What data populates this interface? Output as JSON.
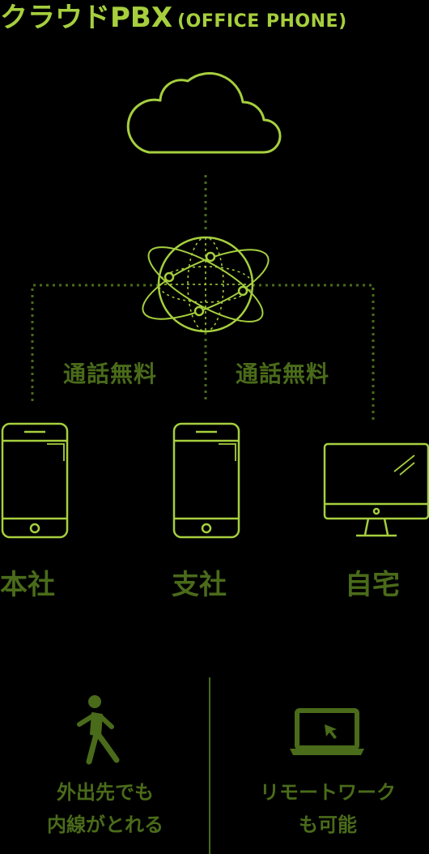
{
  "title": {
    "main": "クラウドPBX",
    "sub": "(OFFICE PHONE)"
  },
  "diagram": {
    "free_call_left": "通話無料",
    "free_call_right": "通話無料",
    "locations": [
      "本社",
      "支社",
      "自宅"
    ],
    "icons": [
      "cloud-icon",
      "globe-network-icon",
      "smartphone-icon",
      "smartphone-icon",
      "desktop-monitor-icon"
    ]
  },
  "features": [
    {
      "icon": "walking-person-icon",
      "lines": [
        "外出先でも",
        "内線がとれる"
      ]
    },
    {
      "icon": "laptop-cursor-icon",
      "lines": [
        "リモートワーク",
        "も可能"
      ]
    }
  ],
  "colors": {
    "accent": "#a6cf3e",
    "muted": "#4a6b1a",
    "background": "#000000"
  }
}
